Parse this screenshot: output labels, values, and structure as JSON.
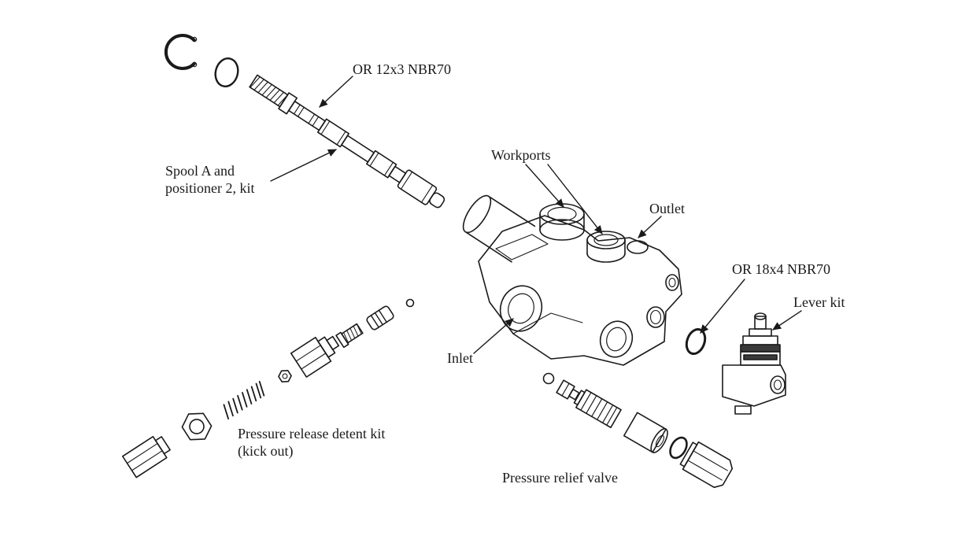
{
  "diagram": {
    "labels": {
      "or12": "OR 12x3 NBR70",
      "spool_line1": "Spool A and",
      "spool_line2": "positioner 2, kit",
      "workports": "Workports",
      "outlet": "Outlet",
      "or18": "OR 18x4 NBR70",
      "lever": "Lever kit",
      "inlet": "Inlet",
      "detent_line1": "Pressure release detent kit",
      "detent_line2": "(kick out)",
      "relief": "Pressure relief valve"
    },
    "colors": {
      "line": "#1a1a1a",
      "background": "#ffffff"
    }
  }
}
